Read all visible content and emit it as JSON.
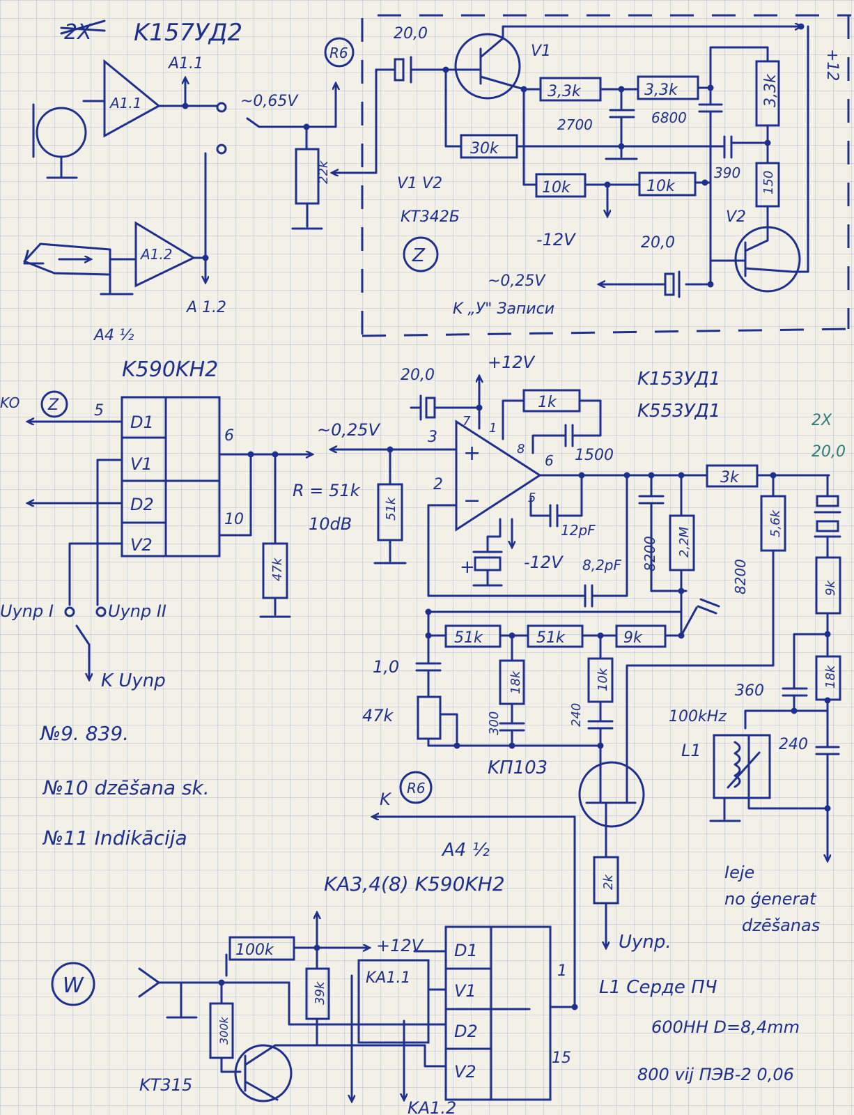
{
  "ink_color": "#1f2f8c",
  "accent_color": "#2b7c7a",
  "header": {
    "strike": "2X",
    "ic_name": "K157УД2"
  },
  "top": {
    "a11_label": "A1.1",
    "a11_out": "A1.1",
    "a12_label": "A1.2",
    "a12_out": "A 1.2",
    "level_065": "~0,65V",
    "r6": "R6",
    "r_22k": "22k",
    "c_20_in": "20,0",
    "v1": "V1",
    "r_33_a": "3,3k",
    "r_33_b": "3,3k",
    "r_33_v": "3,3k",
    "c_2700": "2700",
    "c_6800": "6800",
    "r_30k": "30k",
    "r_10k_a": "10k",
    "r_10k_b": "10k",
    "r_390": "390",
    "r_150": "150",
    "v2": "V2",
    "v1v2": "V1 V2",
    "tr_type": "KT342Б",
    "supply_p": "+12",
    "supply_m": "-12V",
    "c_20_out": "20,0",
    "level_025": "~0,25V",
    "to_rec": "K „У\" Записи",
    "badge": "Z"
  },
  "mid": {
    "a4_label": "A4 ½",
    "ic1": "K590KH2",
    "to_left": "KO",
    "badge": "Z",
    "pin5": "5",
    "pin6": "6",
    "pin10": "10",
    "d1": "D1",
    "v1": "V1",
    "d2": "D2",
    "v2": "V2",
    "r_47k": "47k",
    "uynp1": "Uynp I",
    "uynp2": "Uynp II",
    "k_uynp": "K Uynp",
    "level_025": "~0,25V",
    "r_eq": "R = 51k",
    "db": "10dB",
    "r_51k": "51k",
    "c_20": "20,0",
    "plus12": "+12V",
    "minus12": "-12V",
    "op1": "K153УД1",
    "op2": "K553УД1",
    "pin7": "7",
    "pin1": "1",
    "pin8": "8",
    "pin3": "3",
    "pin2": "2",
    "pin5b": "5",
    "pin6b": "6",
    "plus": "+",
    "minus": "−",
    "r_1k": "1k",
    "c_1500": "1500",
    "c_12pf": "12pF",
    "c_82pf": "8,2pF",
    "c_8200_a": "8200",
    "r_22m": "2,2M",
    "c_8200_b": "8200",
    "r_3k": "3k",
    "r_56k": "5,6k",
    "x2": "2X",
    "c_20_r": "20,0",
    "r_9k": "9k",
    "r_18k_r": "18k",
    "r_51k_a": "51k",
    "r_51k_b": "51k",
    "r_9k_b": "9k",
    "c_10": "1,0",
    "r_47k_b": "47k",
    "c_300": "300",
    "r_18k": "18k",
    "r_10k": "10k",
    "c_240": "240",
    "c_360": "360",
    "freq": "100kHz",
    "l1": "L1",
    "c_240b": "240",
    "fet": "KП103",
    "r_2k": "2k",
    "u_out": "Uynp."
  },
  "notes": {
    "n9": "№9. 839.",
    "n10": "№10 dzēšana sk.",
    "n11": "№11 Indikācija"
  },
  "bottom": {
    "k_r6": "K",
    "r6": "R6",
    "a4_label": "A4 ½",
    "ic_line": "KA3,4(8) K590KH2",
    "r_100k": "100k",
    "plus12": "+12V",
    "r_39k": "39k",
    "r_300k": "300k",
    "ka11": "KA1.1",
    "d1": "D1",
    "v1": "V1",
    "d2": "D2",
    "v2": "V2",
    "pin1": "1",
    "pin15": "15",
    "tr": "KT315",
    "ka12": "KA1.2",
    "badge": "W"
  },
  "side_notes": {
    "note1": "Ieje",
    "note2": "no ģenerat",
    "note3": "dzēšanas",
    "l1_line1": "L1 Серде ПЧ",
    "l1_line2": "600HH D=8,4mm",
    "l1_line3": "800 vij  ПЭВ-2 0,06"
  }
}
